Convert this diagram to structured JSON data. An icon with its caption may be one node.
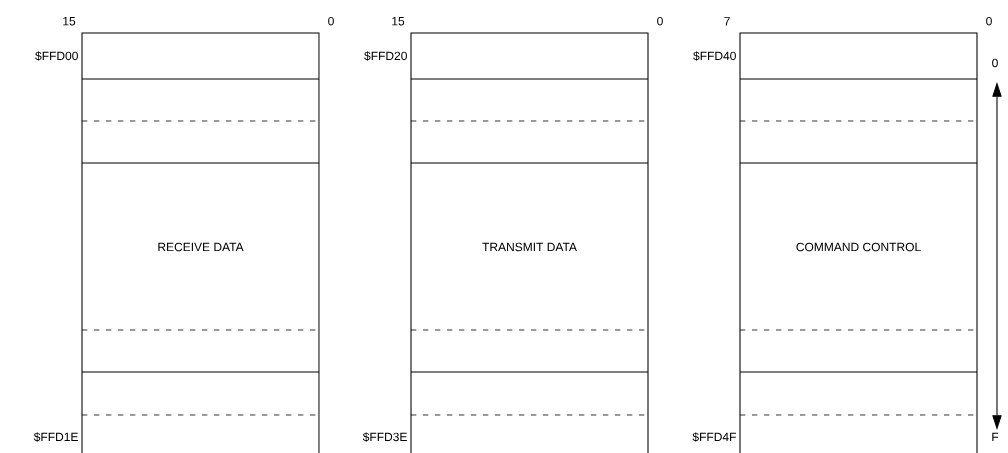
{
  "diagram": {
    "nodes": [
      {
        "text": [
          "RECEIVE DATA"
        ],
        "beside": [
          "15",
          "0",
          "$FFD00",
          "$FFD1E"
        ]
      },
      {
        "text": [
          "TRANSMIT DATA"
        ],
        "beside": [
          "15",
          "0",
          "$FFD20",
          "$FFD3E"
        ]
      },
      {
        "text": [
          "COMMAND CONTROL"
        ],
        "beside": [
          "7",
          "0",
          "$FFD40",
          "$FFD4F"
        ]
      }
    ],
    "edges": [],
    "labels": [
      "0",
      "F"
    ]
  }
}
